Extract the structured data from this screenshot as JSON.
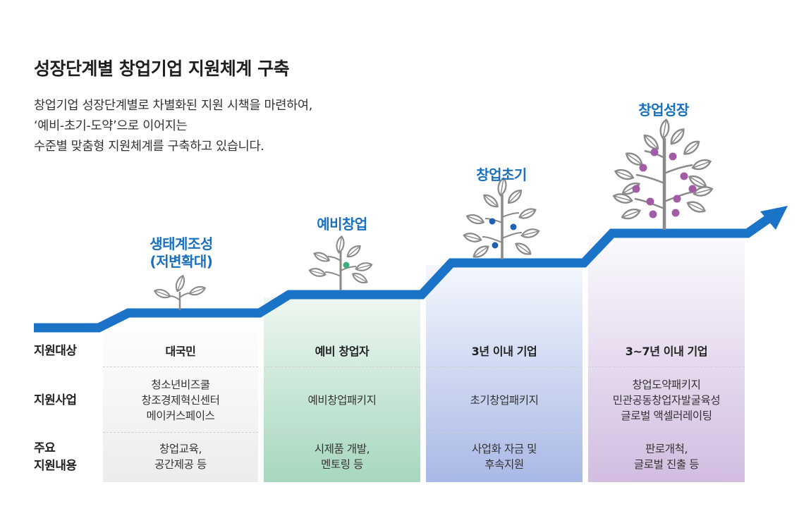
{
  "title": "성장단계별 창업기업 지원체계 구축",
  "description": [
    "창업기업 성장단계별로 차별화된 지원 시책을 마련하여,",
    "‘예비-초기-도약’으로 이어지는",
    "수준별 맞춤형 지원체계를 구축하고 있습니다."
  ],
  "row_labels": {
    "target": "지원대상",
    "program": "지원사업",
    "content_line1": "주요",
    "content_line2": "지원내용"
  },
  "stages": [
    {
      "label_lines": [
        "생태계조성",
        "(저변확대)"
      ],
      "target": "대국민",
      "programs": [
        "청소년비즈쿨",
        "창조경제혁신센터",
        "메이커스페이스"
      ],
      "contents": [
        "창업교육,",
        "공간제공 등"
      ],
      "colors": {
        "bg_top": "#ffffff",
        "bg_bottom": "#ececec"
      }
    },
    {
      "label_lines": [
        "예비창업"
      ],
      "target": "예비 창업자",
      "programs": [
        "예비창업패키지"
      ],
      "contents": [
        "시제품 개발,",
        "멘토링 등"
      ],
      "colors": {
        "bg_top": "#e3f1e9",
        "bg_bottom": "#a6d7be"
      }
    },
    {
      "label_lines": [
        "창업초기"
      ],
      "target": "3년 이내 기업",
      "programs": [
        "초기창업패키지"
      ],
      "contents": [
        "사업화 자금 및",
        "후속지원"
      ],
      "colors": {
        "bg_top": "#f2f5fd",
        "bg_bottom": "#a9b9e6"
      }
    },
    {
      "label_lines": [
        "창업성장"
      ],
      "target": "3~7년 이내 기업",
      "programs": [
        "창업도약패키지",
        "민관공동창업자발굴육성",
        "글로벌 액셀러레이팅"
      ],
      "contents": [
        "판로개척,",
        "글로벌 진출 등"
      ],
      "colors": {
        "bg_top": "#faf8fc",
        "bg_bottom": "#d2bde0"
      }
    }
  ],
  "colors": {
    "accent_blue": "#1a73c6",
    "label_blue": "#1a6fbf",
    "plant_gray": "#8a8a8a",
    "fruit_green": "#3fae7f",
    "fruit_blue": "#2060b0",
    "fruit_purple": "#a05da6"
  },
  "icons": {
    "step_line": "growth-arrow-icon",
    "stage_icons": [
      "sprout-icon",
      "small-plant-icon",
      "young-tree-icon",
      "fruit-tree-icon"
    ]
  }
}
